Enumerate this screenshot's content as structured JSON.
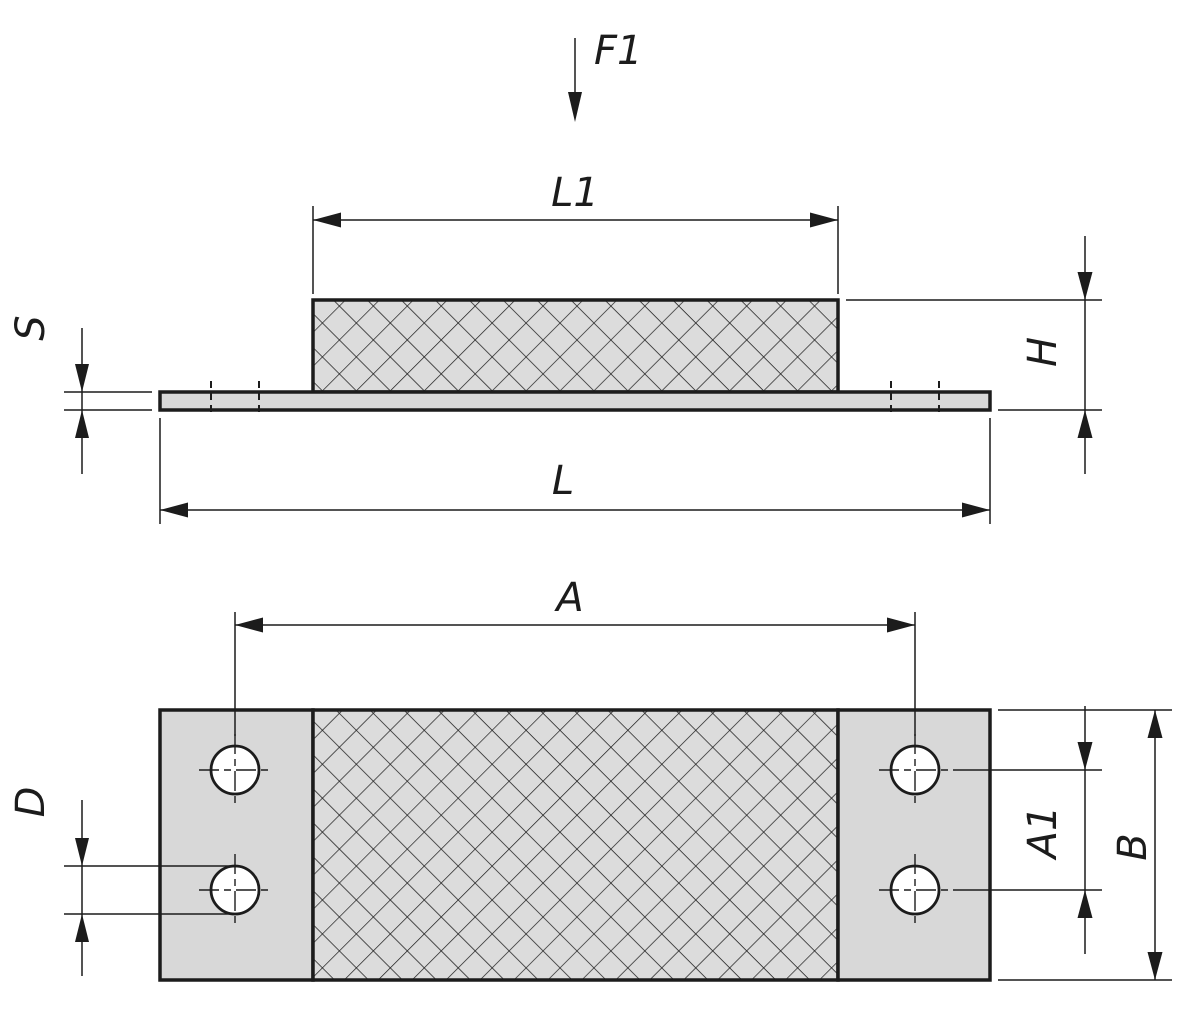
{
  "drawing": {
    "type": "technical-dimension-drawing",
    "labels": {
      "force": "F1",
      "length_top": "L1",
      "height": "H",
      "thickness": "S",
      "length_total": "L",
      "hole_span": "A",
      "hole_diameter": "D",
      "hole_pitch": "A1",
      "width": "B"
    },
    "colors": {
      "line": "#1c1c1c",
      "part_fill": "#d8d8d8",
      "hatch_bg": "#dcdcdc",
      "hole_fill": "#ffffff",
      "background": "#ffffff"
    }
  }
}
